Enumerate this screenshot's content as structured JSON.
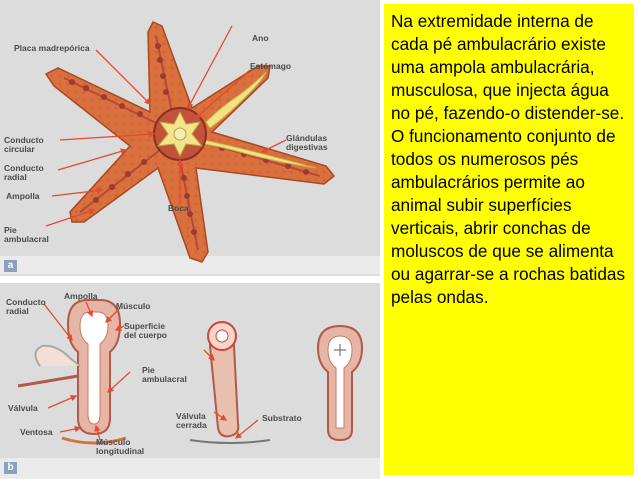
{
  "figure": {
    "panel_a": {
      "letter": "a",
      "labels": {
        "placa_madreporica": "Placa madrepórica",
        "ano": "Ano",
        "estomago": "Estómago",
        "conducto_circular": "Conducto\ncircular",
        "conducto_radial": "Conducto\nradial",
        "ampolla": "Ampolla",
        "pie_ambulacral": "Pie\nambulacral",
        "boca": "Boca",
        "glandulas_digestivas": "Glándulas\ndigestivas"
      }
    },
    "panel_b": {
      "letter": "b",
      "labels": {
        "conducto_radial": "Conducto\nradial",
        "ampolla": "Ampolla",
        "musculo": "Músculo",
        "superficie_del_cuerpo": "Superficie\ndel cuerpo",
        "pie_ambulacral": "Pie\nambulacral",
        "valvula": "Válvula",
        "ventosa": "Ventosa",
        "musculo_longitudinal": "Músculo\nlongitudinal",
        "valvula_cerrada": "Válvula\ncerrada",
        "substrato": "Substrato"
      }
    }
  },
  "text": {
    "paragraph_1": "Na extremidade interna de cada pé ambulacrário existe uma ampola ambulacrária, musculosa, que injecta água no pé, fazendo-o distender-se.",
    "paragraph_2": "O funcionamento conjunto de todos os numerosos pés ambulacrários permite ao animal subir superfícies verticais, abrir conchas de moluscos de que se alimenta ou agarrar-se a rochas batidas pelas ondas."
  },
  "colors": {
    "textbox_background": "#ffff00",
    "panel_background": "#dcdcdc",
    "starfish_body": "#d9703e",
    "canal_ring": "#b8493a",
    "digestive_yellow": "#f1e283",
    "arrow_red": "#e34a2e",
    "panel_letter_bg": "#8aa0bf"
  }
}
